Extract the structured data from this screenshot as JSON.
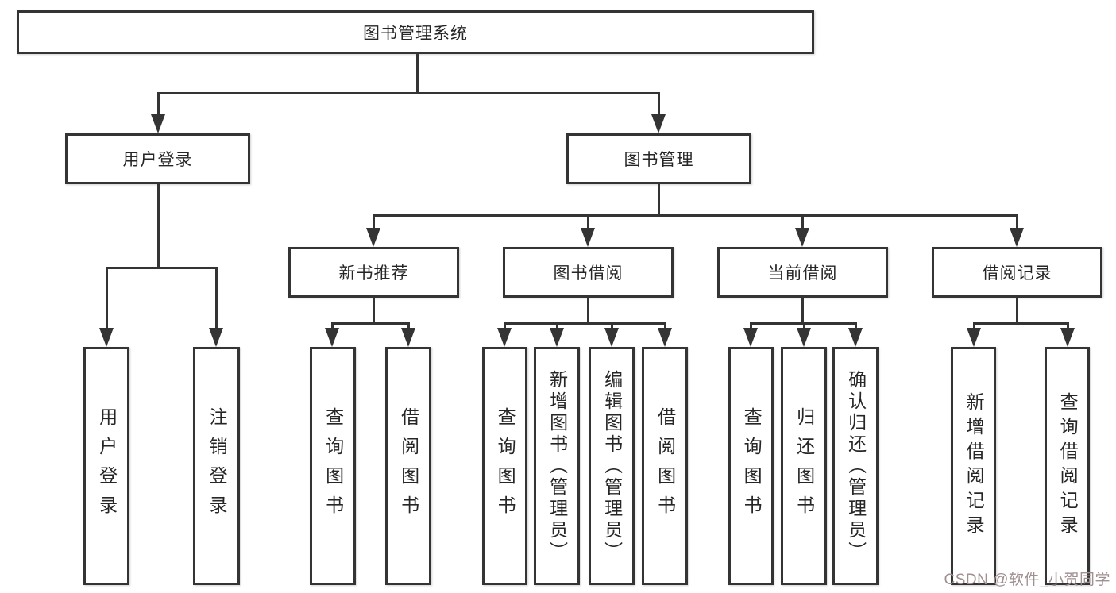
{
  "nodes": {
    "root": "图书管理系统",
    "user_login": "用户登录",
    "book_mgmt": "图书管理",
    "new_books": "新书推荐",
    "book_borrow": "图书借阅",
    "current_borrow": "当前借阅",
    "borrow_records": "借阅记录",
    "ul_user_login": "用户登录",
    "ul_logout": "注销登录",
    "nb_query_books": "查询图书",
    "nb_borrow_books": "借阅图书",
    "bb_query_books": "查询图书",
    "bb_add_books": "新增图书（管理员）",
    "bb_edit_books": "编辑图书（管理员）",
    "bb_borrow_books": "借阅图书",
    "cb_query_books": "查询图书",
    "cb_return_books": "归还图书",
    "cb_confirm_return": "确认归还（管理员）",
    "br_add_record": "新增借阅记录",
    "br_query_record": "查询借阅记录"
  },
  "watermark": {
    "text": "CSDN @软件_小贺同学",
    "color": "#a09091"
  },
  "colors": {
    "line": "#343434",
    "text": "#262626",
    "background": "#ffffff"
  }
}
